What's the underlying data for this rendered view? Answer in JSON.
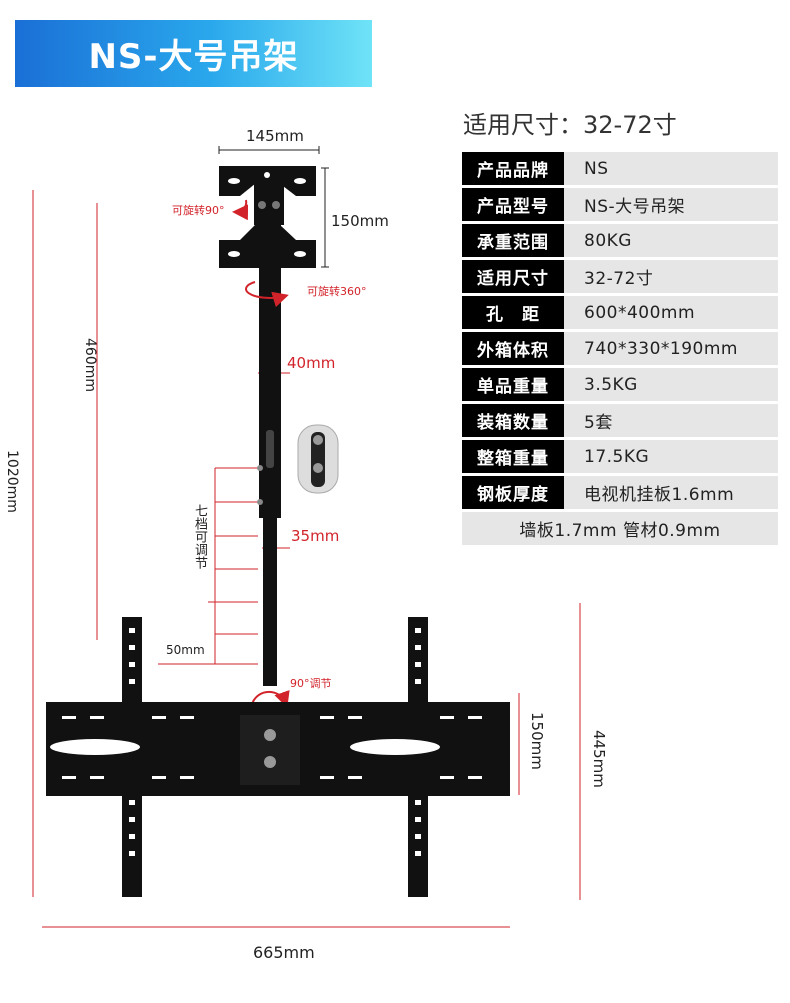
{
  "header": {
    "title": "NS-大号吊架"
  },
  "specs": {
    "title": "适用尺寸：32-72寸",
    "rows": [
      {
        "key": "产品品牌",
        "value": "NS"
      },
      {
        "key": "产品型号",
        "value": "NS-大号吊架"
      },
      {
        "key": "承重范围",
        "value": "80KG"
      },
      {
        "key": "适用尺寸",
        "value": "32-72寸"
      },
      {
        "key": "孔　距",
        "value": "600*400mm"
      },
      {
        "key": "外箱体积",
        "value": "740*330*190mm"
      },
      {
        "key": "单品重量",
        "value": "3.5KG"
      },
      {
        "key": "装箱数量",
        "value": "5套"
      },
      {
        "key": "整箱重量",
        "value": "17.5KG"
      },
      {
        "key": "钢板厚度",
        "value": "电视机挂板1.6mm"
      }
    ],
    "footnote": "墙板1.7mm 管材0.9mm"
  },
  "dimensions": {
    "plate_width": "145mm",
    "plate_height": "150mm",
    "rotate_tilt": "可旋转90°",
    "rotate_spin": "可旋转360°",
    "upper_pole_length": "460mm",
    "total_height": "1020mm",
    "upper_diameter": "40mm",
    "lower_diameter": "35mm",
    "adjust_steps": "七档可调节",
    "step_spacing": "50mm",
    "tilt_adjust": "90°调节",
    "bracket_height": "150mm",
    "arm_height": "445mm",
    "bracket_width": "665mm"
  },
  "colors": {
    "banner_start": "#1a6fd6",
    "banner_end": "#6fe3f7",
    "accent_red": "#d2232a"
  }
}
